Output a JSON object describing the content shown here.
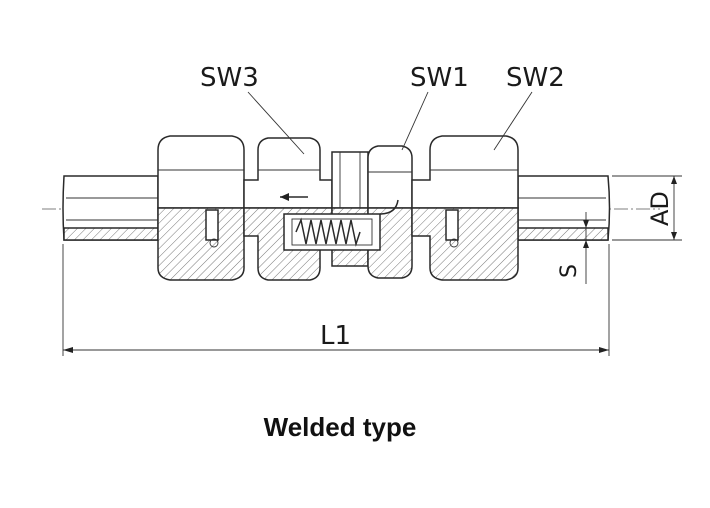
{
  "labels": {
    "sw3": "SW3",
    "sw1": "SW1",
    "sw2": "SW2",
    "ad": "AD",
    "s": "S",
    "l1": "L1"
  },
  "caption": "Welded type"
}
